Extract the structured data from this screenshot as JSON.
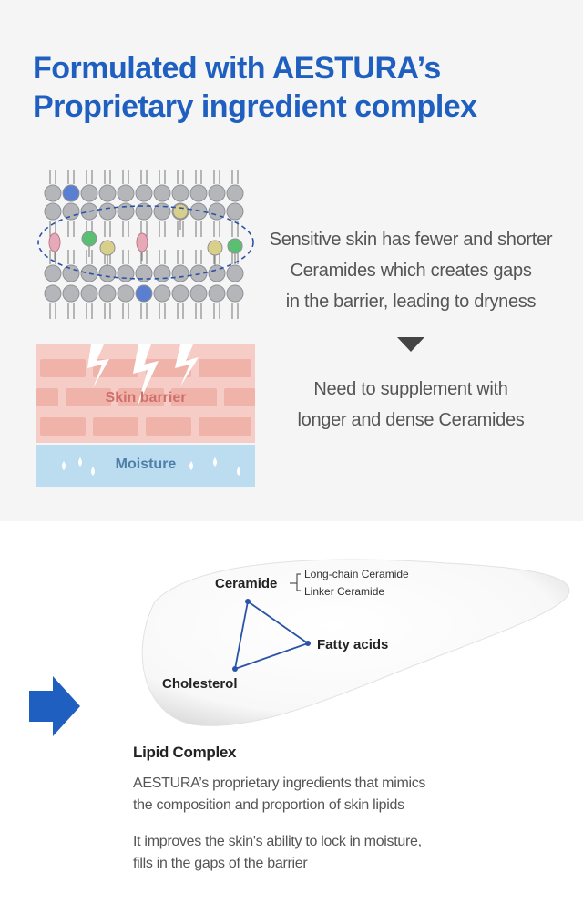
{
  "header": {
    "title_line1": "Formulated with AESTURA’s",
    "title_line2": "Proprietary ingredient complex"
  },
  "problem": {
    "line1": "Sensitive skin has fewer and shorter",
    "line2": "Ceramides which creates gaps",
    "line3": "in the barrier, leading to dryness"
  },
  "solution": {
    "line1": "Need to supplement with",
    "line2": "longer and dense Ceramides"
  },
  "barrier_diagram": {
    "barrier_label": "Skin barrier",
    "moisture_label": "Moisture"
  },
  "complex_diagram": {
    "ceramide": "Ceramide",
    "ceramide_types": [
      "Long-chain Ceramide",
      "Linker Ceramide"
    ],
    "fatty_acids": "Fatty acids",
    "cholesterol": "Cholesterol"
  },
  "lipid": {
    "heading": "Lipid Complex",
    "p1_line1": "AESTURA’s proprietary ingredients that mimics",
    "p1_line2": "the composition and proportion of skin lipids",
    "p2_line1": "It improves the skin's ability to lock in moisture,",
    "p2_line2": "fills in the gaps of the barrier"
  },
  "colors": {
    "brand_blue": "#1f5fc0",
    "section_bg": "#f5f5f6",
    "barrier_pink": "#f6cdc6",
    "moisture_blue": "#bcdcf0"
  },
  "icons": {
    "down_arrow": "triangle-down-icon",
    "right_arrow": "arrow-right-icon"
  }
}
